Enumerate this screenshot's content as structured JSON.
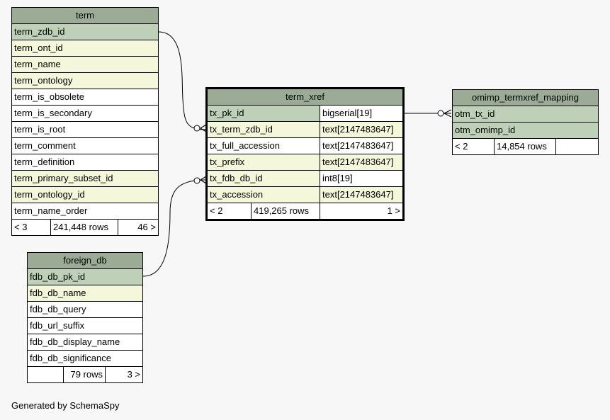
{
  "tables": {
    "term": {
      "name": "term",
      "columns": [
        "term_zdb_id",
        "term_ont_id",
        "term_name",
        "term_ontology",
        "term_is_obsolete",
        "term_is_secondary",
        "term_is_root",
        "term_comment",
        "term_definition",
        "term_primary_subset_id",
        "term_ontology_id",
        "term_name_order"
      ],
      "footer": {
        "parents": "< 3",
        "rows": "241,448 rows",
        "children": "46 >"
      }
    },
    "foreign_db": {
      "name": "foreign_db",
      "columns": [
        "fdb_db_pk_id",
        "fdb_db_name",
        "fdb_db_query",
        "fdb_url_suffix",
        "fdb_db_display_name",
        "fdb_db_significance"
      ],
      "footer": {
        "parents": "",
        "rows": "79 rows",
        "children": "3 >"
      }
    },
    "term_xref": {
      "name": "term_xref",
      "columns": [
        {
          "name": "tx_pk_id",
          "type": "bigserial[19]"
        },
        {
          "name": "tx_term_zdb_id",
          "type": "text[2147483647]"
        },
        {
          "name": "tx_full_accession",
          "type": "text[2147483647]"
        },
        {
          "name": "tx_prefix",
          "type": "text[2147483647]"
        },
        {
          "name": "tx_fdb_db_id",
          "type": "int8[19]"
        },
        {
          "name": "tx_accession",
          "type": "text[2147483647]"
        }
      ],
      "footer": {
        "parents": "< 2",
        "rows": "419,265 rows",
        "children": "1 >"
      }
    },
    "omimp_termxref_mapping": {
      "name": "omimp_termxref_mapping",
      "columns": [
        "otm_tx_id",
        "otm_omimp_id"
      ],
      "footer": {
        "parents": "< 2",
        "rows": "14,854 rows",
        "children": ""
      }
    }
  },
  "footer_text": "Generated by SchemaSpy",
  "colors": {
    "header": "#9bab96",
    "primary_key": "#bed1b8",
    "indexed": "#f4f7da",
    "background": "#f7f7f7"
  }
}
